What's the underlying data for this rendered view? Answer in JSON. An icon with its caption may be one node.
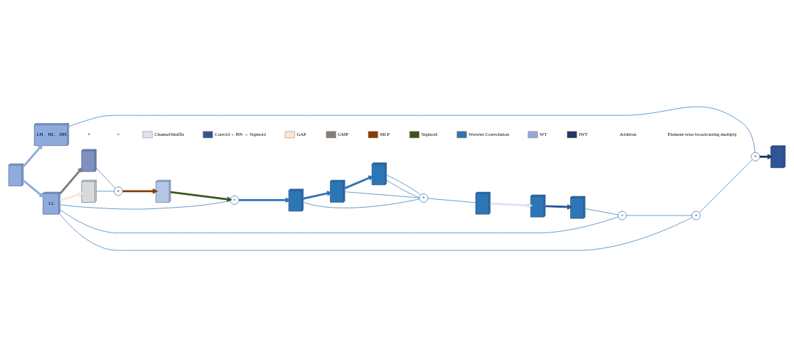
{
  "diagram": {
    "nodes": [
      {
        "text": [],
        "shape": "box"
      },
      {
        "text": [
          "LL"
        ]
      },
      {
        "text": [
          "LH、HL、HH"
        ]
      },
      {
        "text": [],
        "shape": "box"
      },
      {
        "text": [],
        "shape": "box"
      },
      {
        "text": [
          "+"
        ]
      },
      {
        "text": [],
        "shape": "box"
      },
      {
        "text": [
          "×"
        ]
      },
      {
        "text": [],
        "shape": "box"
      },
      {
        "text": [],
        "shape": "box"
      },
      {
        "text": [],
        "shape": "box"
      },
      {
        "text": [
          "+"
        ]
      },
      {
        "text": [],
        "shape": "box"
      },
      {
        "text": [],
        "shape": "box"
      },
      {
        "text": [],
        "shape": "box"
      },
      {
        "text": [
          "×"
        ]
      },
      {
        "text": [
          "+"
        ]
      },
      {
        "text": [
          "+"
        ]
      },
      {
        "text": [],
        "shape": "box"
      }
    ],
    "edges": [
      {
        "from": 0,
        "to": 1,
        "arrow": "to",
        "style": "thick",
        "color": "#8faadc"
      },
      {
        "from": 0,
        "to": 2,
        "arrow": "to",
        "style": "thick",
        "color": "#8faadc"
      },
      {
        "from": 1,
        "to": 3,
        "arrow": "to",
        "style": "thick",
        "color": "#fbe5d6"
      },
      {
        "from": 1,
        "to": 4,
        "arrow": "to",
        "style": "thick",
        "color": "#7f7f7f"
      },
      {
        "from": 3,
        "to": 5,
        "arrow": "none"
      },
      {
        "from": 4,
        "to": 5,
        "arrow": "none"
      },
      {
        "from": 5,
        "to": 6,
        "arrow": "to",
        "style": "thick",
        "color": "#843c0c"
      },
      {
        "from": 6,
        "to": 7,
        "arrow": "to",
        "style": "thick",
        "color": "#385723"
      },
      {
        "from": 1,
        "to": 7,
        "arrow": "none"
      },
      {
        "from": 7,
        "to": 8,
        "arrow": "to",
        "style": "thick",
        "color": "#2e75b6"
      },
      {
        "from": 8,
        "to": 9,
        "arrow": "to",
        "style": "thick",
        "color": "#2e75b6"
      },
      {
        "from": 9,
        "to": 10,
        "arrow": "to",
        "style": "thick",
        "color": "#2e75b6"
      },
      {
        "from": 10,
        "to": 11,
        "arrow": "none"
      },
      {
        "from": 8,
        "to": 11,
        "arrow": "none"
      },
      {
        "from": 9,
        "to": 11,
        "arrow": "none"
      },
      {
        "from": 10,
        "to": 11,
        "arrow": "none"
      },
      {
        "from": 11,
        "to": 12,
        "arrow": "none"
      },
      {
        "from": 12,
        "to": 13,
        "arrow": "to",
        "style": "thick",
        "color": "#dae3f3"
      },
      {
        "from": 13,
        "to": 14,
        "arrow": "to",
        "style": "thick",
        "color": "#2f5597"
      },
      {
        "from": 14,
        "to": 15,
        "arrow": "none"
      },
      {
        "from": 1,
        "to": 15,
        "arrow": "none"
      },
      {
        "from": 1,
        "to": 16,
        "arrow": "none"
      },
      {
        "from": 15,
        "to": 16,
        "arrow": "none"
      },
      {
        "from": 16,
        "to": 17,
        "arrow": "none"
      },
      {
        "from": 2,
        "to": 17,
        "arrow": "none"
      },
      {
        "from": 17,
        "to": 18,
        "arrow": "to",
        "style": "thick",
        "color": "#203864"
      }
    ],
    "labels": [
      "+",
      "×"
    ],
    "legend": [
      {
        "text": "ChannelShuffle",
        "color": "#dae3f3"
      },
      {
        "text": "Conv2d→ BN → Sigmoid",
        "color": "#2f5597"
      },
      {
        "text": "GAP",
        "color": "#fbe5d6"
      },
      {
        "text": "GMP",
        "color": "#7f7f7f"
      },
      {
        "text": "MLP",
        "color": "#843c0c"
      },
      {
        "text": "Sigmoid",
        "color": "#385723"
      },
      {
        "text": "Wavelet Convolution",
        "color": "#2e75b6"
      },
      {
        "text": "WT",
        "color": "#8faadc"
      },
      {
        "text": "IWT",
        "color": "#203864"
      },
      {
        "text": "Addition"
      },
      {
        "text": "Element-wise broadcasting multiply"
      }
    ]
  }
}
